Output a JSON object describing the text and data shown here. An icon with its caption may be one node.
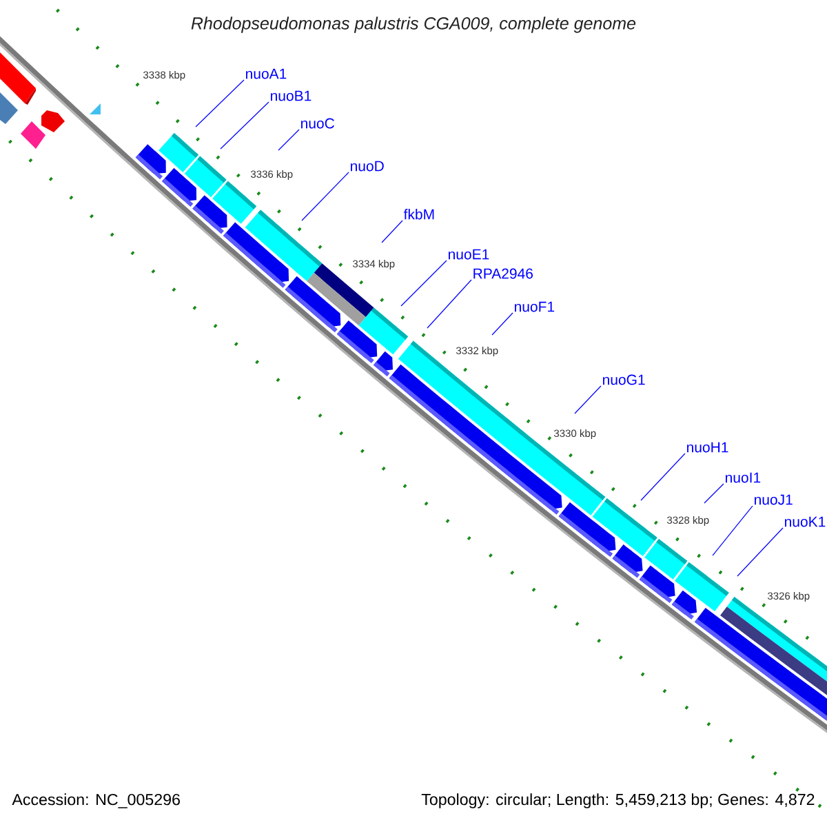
{
  "diagram": {
    "title": "Rhodopseudomonas palustris CGA009, complete genome",
    "nodes": [
      {
        "text": [
          "nuoA1"
        ]
      },
      {
        "text": [
          "nuoB1"
        ]
      },
      {
        "text": [
          "nuoC"
        ]
      },
      {
        "text": [
          "nuoD"
        ]
      },
      {
        "text": [
          "fkbM"
        ]
      },
      {
        "text": [
          "nuoE1"
        ]
      },
      {
        "text": [
          "RPA2946"
        ]
      },
      {
        "text": [
          "nuoF1"
        ]
      },
      {
        "text": [
          "nuoG1"
        ]
      },
      {
        "text": [
          "nuoH1"
        ]
      },
      {
        "text": [
          "nuoI1"
        ]
      },
      {
        "text": [
          "nuoJ1"
        ]
      },
      {
        "text": [
          "nuoK1"
        ]
      }
    ],
    "edges": [
      {
        "from": 0,
        "to": null,
        "arrow": "none"
      },
      {
        "from": 1,
        "to": null,
        "arrow": "none"
      },
      {
        "from": 2,
        "to": null,
        "arrow": "none"
      },
      {
        "from": 3,
        "to": null,
        "arrow": "none"
      },
      {
        "from": 4,
        "to": null,
        "arrow": "none"
      },
      {
        "from": 5,
        "to": null,
        "arrow": "none"
      },
      {
        "from": 6,
        "to": null,
        "arrow": "none"
      },
      {
        "from": 7,
        "to": null,
        "arrow": "none"
      },
      {
        "from": 8,
        "to": null,
        "arrow": "none"
      },
      {
        "from": 9,
        "to": null,
        "arrow": "none"
      },
      {
        "from": 10,
        "to": null,
        "arrow": "none"
      },
      {
        "from": 11,
        "to": null,
        "arrow": "none"
      },
      {
        "from": 12,
        "to": null,
        "arrow": "none"
      }
    ],
    "labels": [
      "3338 kbp",
      "3336 kbp",
      "3334 kbp",
      "3332 kbp",
      "3330 kbp",
      "3328 kbp",
      "3326 kbp",
      "Accession: NC_005296",
      "Topology: circular; Length: 5,459,213 bp; Genes: 4,872"
    ]
  }
}
